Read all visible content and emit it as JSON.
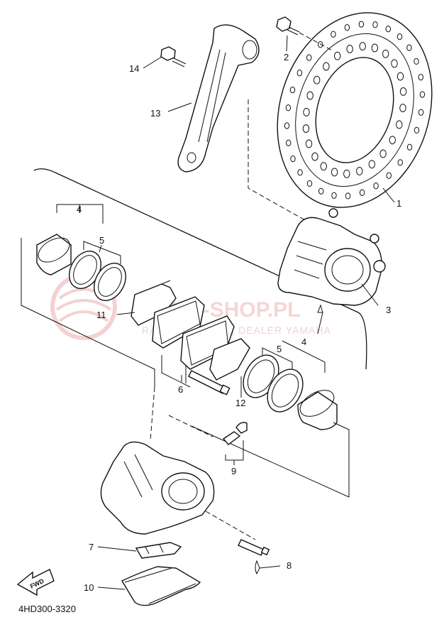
{
  "diagram_code": "4HD300-3320",
  "fwd_label": "FWD",
  "watermark": {
    "main": "YAMA-SHOP.PL",
    "sub": "RACIECHOWICZ | DEALER YAMAHA"
  },
  "parts": [
    {
      "id": "p1",
      "number": "1",
      "name": "brake-disc"
    },
    {
      "id": "p2",
      "number": "2",
      "name": "disc-bolt"
    },
    {
      "id": "p3",
      "number": "3",
      "name": "caliper-assembly"
    },
    {
      "id": "p4a",
      "number": "4",
      "name": "piston-group-left"
    },
    {
      "id": "p4b",
      "number": "4",
      "name": "piston-group-right"
    },
    {
      "id": "p5a",
      "number": "5",
      "name": "seal-group-left"
    },
    {
      "id": "p5b",
      "number": "5",
      "name": "seal-group-right"
    },
    {
      "id": "p6",
      "number": "6",
      "name": "pad-pin"
    },
    {
      "id": "p7",
      "number": "7",
      "name": "pad-spring"
    },
    {
      "id": "p8",
      "number": "8",
      "name": "clip"
    },
    {
      "id": "p9",
      "number": "9",
      "name": "bleed-screw"
    },
    {
      "id": "p10",
      "number": "10",
      "name": "pad-cover"
    },
    {
      "id": "p11",
      "number": "11",
      "name": "pad-shim-left"
    },
    {
      "id": "p12",
      "number": "12",
      "name": "pad-shim-right"
    },
    {
      "id": "p13",
      "number": "13",
      "name": "torque-arm"
    },
    {
      "id": "p14",
      "number": "14",
      "name": "arm-bolt"
    }
  ]
}
